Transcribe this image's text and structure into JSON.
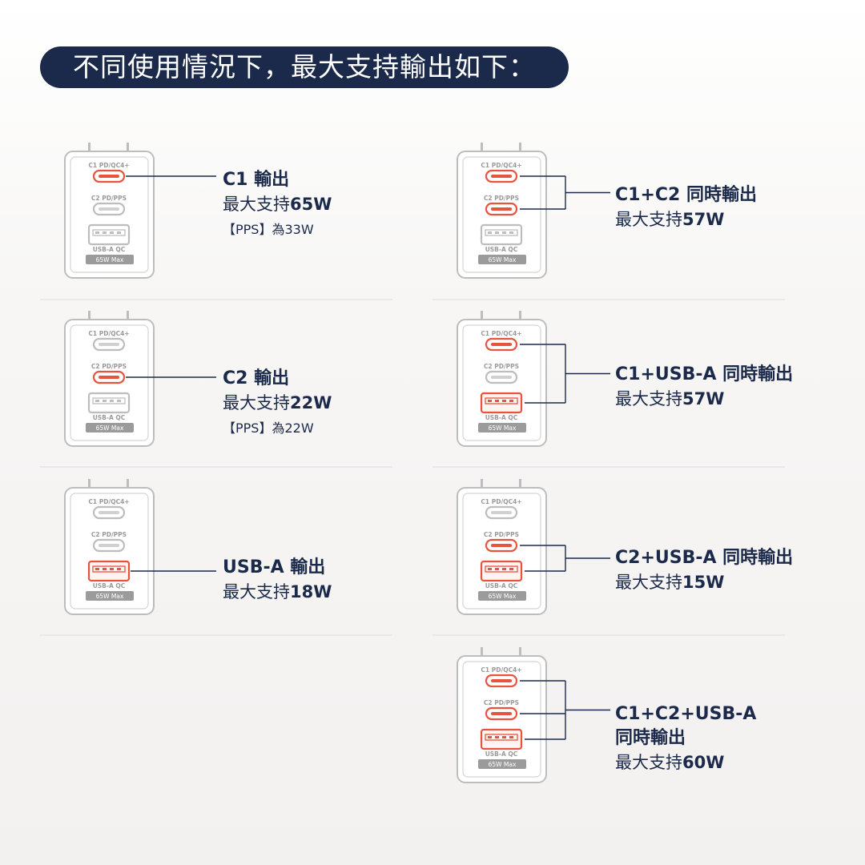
{
  "title": "不同使用情況下，最大支持輸出如下：",
  "charger_text": {
    "c1_label": "C1 PD/QC4+",
    "c2_label": "C2 PD/PPS",
    "usba_label": "USB-A QC",
    "max_label": "65W Max"
  },
  "colors": {
    "accent": "#e8533d",
    "navy": "#1b2a4a",
    "outline": "#bdbdbd",
    "divider": "#dcdcdc"
  },
  "cases": [
    {
      "active": [
        "c1"
      ],
      "title": "C1 輸出",
      "max_prefix": "最大支持",
      "max_value": "65W",
      "note": "【PPS】為33W"
    },
    {
      "active": [
        "c2"
      ],
      "title": "C2 輸出",
      "max_prefix": "最大支持",
      "max_value": "22W",
      "note": "【PPS】為22W"
    },
    {
      "active": [
        "usba"
      ],
      "title": "USB-A 輸出",
      "max_prefix": "最大支持",
      "max_value": "18W"
    },
    {
      "active": [
        "c1",
        "c2"
      ],
      "title": "C1+C2 同時輸出",
      "max_prefix": "最大支持",
      "max_value": "57W"
    },
    {
      "active": [
        "c1",
        "usba"
      ],
      "title": "C1+USB-A 同時輸出",
      "max_prefix": "最大支持",
      "max_value": "57W"
    },
    {
      "active": [
        "c2",
        "usba"
      ],
      "title": "C2+USB-A 同時輸出",
      "max_prefix": "最大支持",
      "max_value": "15W"
    },
    {
      "active": [
        "c1",
        "c2",
        "usba"
      ],
      "title": "C1+C2+USB-A",
      "title_line2": "同時輸出",
      "max_prefix": "最大支持",
      "max_value": "60W"
    }
  ]
}
